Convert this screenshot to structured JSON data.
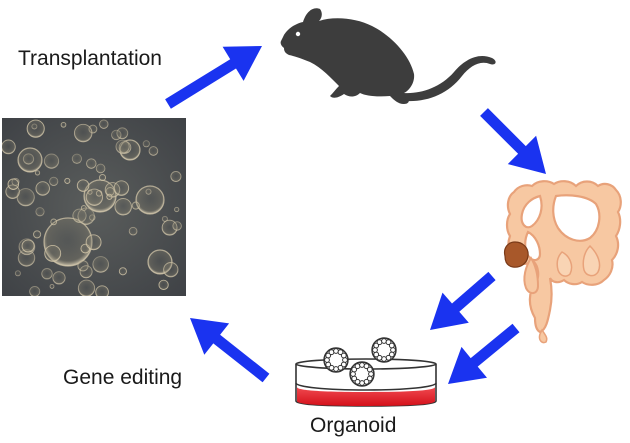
{
  "labels": {
    "transplantation": "Transplantation",
    "gene_editing": "Gene editing",
    "organoid": "Organoid"
  },
  "colors": {
    "arrow": "#1a33f0",
    "mouse": "#3d3d3d",
    "colon_fill": "#f7c8a2",
    "colon_outline": "#e8a27a",
    "tumor": "#a8582a",
    "dish_medium": "#e0212a",
    "micrograph_bg": "#4b4f52"
  },
  "icons": [
    "mouse-icon",
    "colon-icon",
    "tumor-icon",
    "organoid-dish-icon",
    "organoid-micrograph-image",
    "cycle-arrow-icon"
  ]
}
